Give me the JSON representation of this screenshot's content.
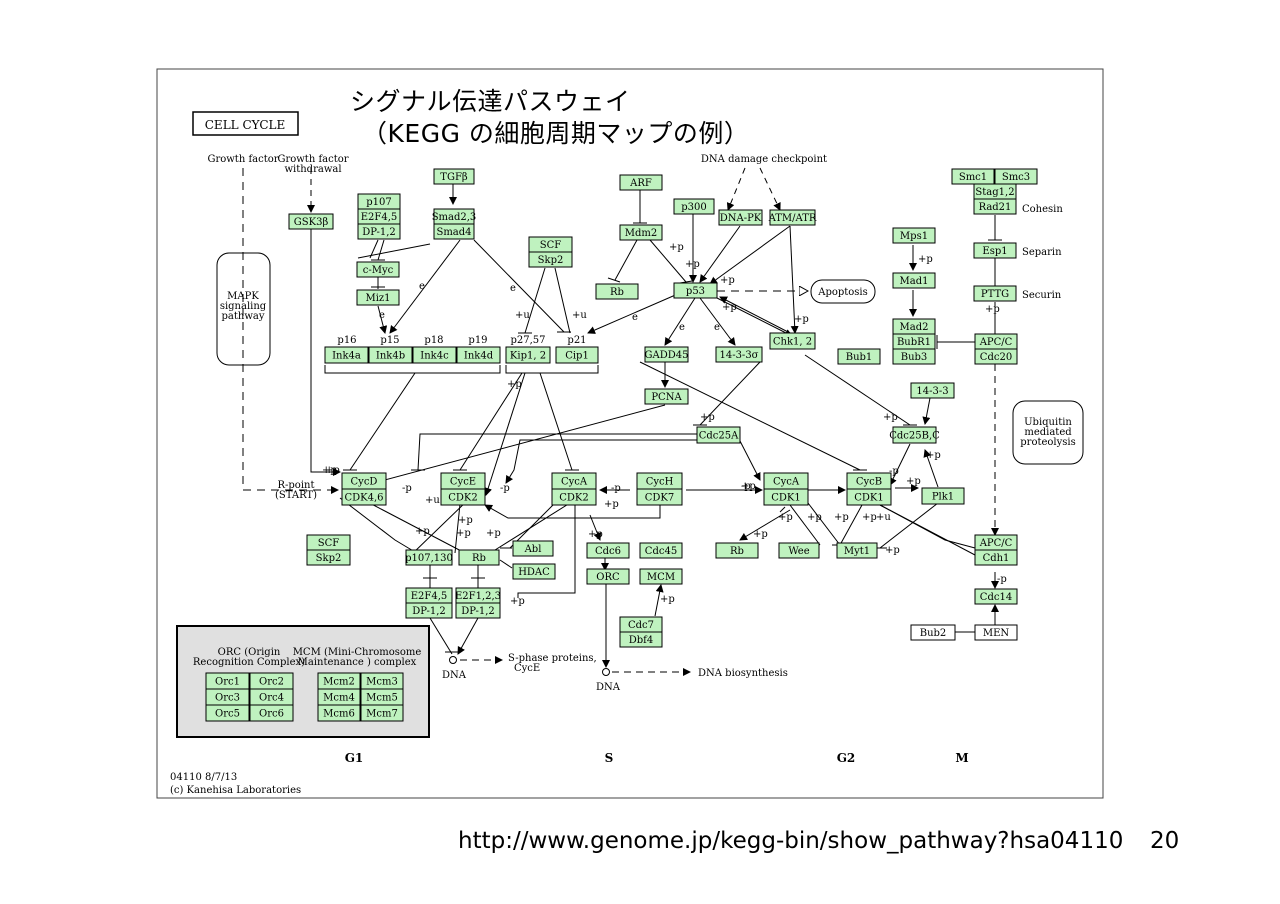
{
  "slide": {
    "title_line1": "シグナル伝達パスウェイ",
    "title_line2": "（KEGG の細胞周期マップの例）",
    "url": "http://www.genome.jp/kegg-bin/show_pathway?hsa04110",
    "page_number": "20"
  },
  "colors": {
    "node_fill": "#bff2bf",
    "node_border": "#000000",
    "legend_bg": "#e0e0e0"
  },
  "map": {
    "title": "CELL CYCLE",
    "footer_id": "04110 8/7/13",
    "footer_copyright": "(c) Kanehisa Laboratories",
    "phases": {
      "g1": "G1",
      "s": "S",
      "g2": "G2",
      "m": "M"
    },
    "process_boxes": {
      "mapk": [
        "MAPK",
        "signaling",
        "pathway"
      ],
      "ubiquitin": [
        "Ubiquitin",
        "mediated",
        "proteolysis"
      ],
      "apoptosis": "Apoptosis"
    },
    "labels": {
      "growth_factor": "Growth factor",
      "gf_withdrawal_1": "Growth factor",
      "gf_withdrawal_2": "withdrawal",
      "dna_damage": "DNA damage checkpoint",
      "rpoint_1": "R-point",
      "rpoint_2": "(START)",
      "cohesin": "Cohesin",
      "separin": "Separin",
      "securin": "Securin",
      "sphase_1": "S-phase proteins,",
      "sphase_2": "CycE",
      "dna_1": "DNA",
      "dna_2": "DNA",
      "dna_bio": "DNA biosynthesis",
      "p16": "p16",
      "p15": "p15",
      "p18": "p18",
      "p19": "p19",
      "p27": "p27,57",
      "p21": "p21"
    },
    "nodes": {
      "tgfb": "TGFβ",
      "smad23": "Smad2,3",
      "smad4": "Smad4",
      "p107_top": "p107",
      "e2f45_top": "E2F4,5",
      "dp12_top": "DP-1,2",
      "cmyc": "c-Myc",
      "miz1": "Miz1",
      "gsk3b": "GSK3β",
      "ink4a": "Ink4a",
      "ink4b": "Ink4b",
      "ink4c": "Ink4c",
      "ink4d": "Ink4d",
      "scf_top": "SCF",
      "skp2_top": "Skp2",
      "kip12": "Kip1, 2",
      "cip1": "Cip1",
      "arf": "ARF",
      "mdm2": "Mdm2",
      "rb_top": "Rb",
      "p300": "p300",
      "dnapk": "DNA-PK",
      "atmatr": "ATM/ATR",
      "p53": "p53",
      "gadd45": "GADD45",
      "s1433s": "14-3-3σ",
      "chk12": "Chk1, 2",
      "pcna": "PCNA",
      "mps1": "Mps1",
      "mad1": "Mad1",
      "mad2": "Mad2",
      "bubr1": "BubR1",
      "bub3": "Bub3",
      "bub1": "Bub1",
      "smc1": "Smc1",
      "smc3": "Smc3",
      "stag12": "Stag1,2",
      "rad21": "Rad21",
      "esp1": "Esp1",
      "pttg": "PTTG",
      "apcc_top": "APC/C",
      "cdc20": "Cdc20",
      "s1433": "14-3-3",
      "cdc25bc": "Cdc25B,C",
      "cdc25a": "Cdc25A",
      "cycd": "CycD",
      "cdk46": "CDK4,6",
      "cyce": "CycE",
      "cdk2_e": "CDK2",
      "cyca_s": "CycA",
      "cdk2_a": "CDK2",
      "cych": "CycH",
      "cdk7": "CDK7",
      "cyca_g2": "CycA",
      "cdk1_a": "CDK1",
      "cycb": "CycB",
      "cdk1_b": "CDK1",
      "plk1": "Plk1",
      "scf_bot": "SCF",
      "skp2_bot": "Skp2",
      "p107130": "p107,130",
      "rb_mid": "Rb",
      "abl": "Abl",
      "hdac": "HDAC",
      "e2f45_bot": "E2F4,5",
      "dp12_bot1": "DP-1,2",
      "e2f123": "E2F1,2,3",
      "dp12_bot2": "DP-1,2",
      "cdc6": "Cdc6",
      "cdc45": "Cdc45",
      "orc": "ORC",
      "mcm": "MCM",
      "cdc7": "Cdc7",
      "dbf4": "Dbf4",
      "rb_g2": "Rb",
      "wee": "Wee",
      "myt1": "Myt1",
      "apcc_bot": "APC/C",
      "cdh1": "Cdh1",
      "cdc14": "Cdc14",
      "bub2": "Bub2",
      "men": "MEN"
    },
    "legend": {
      "orc_title_1": "ORC (Origin",
      "orc_title_2": "Recognition Complex)",
      "mcm_title_1": "MCM (Mini-Chromosome",
      "mcm_title_2": "Maintenance ) complex",
      "orc_items": [
        "Orc1",
        "Orc2",
        "Orc3",
        "Orc4",
        "Orc5",
        "Orc6"
      ],
      "mcm_items": [
        "Mcm2",
        "Mcm3",
        "Mcm4",
        "Mcm5",
        "Mcm6",
        "Mcm7"
      ]
    },
    "edge_labels": {
      "p": "+p",
      "u": "+u",
      "mp": "-p",
      "e": "e"
    }
  }
}
